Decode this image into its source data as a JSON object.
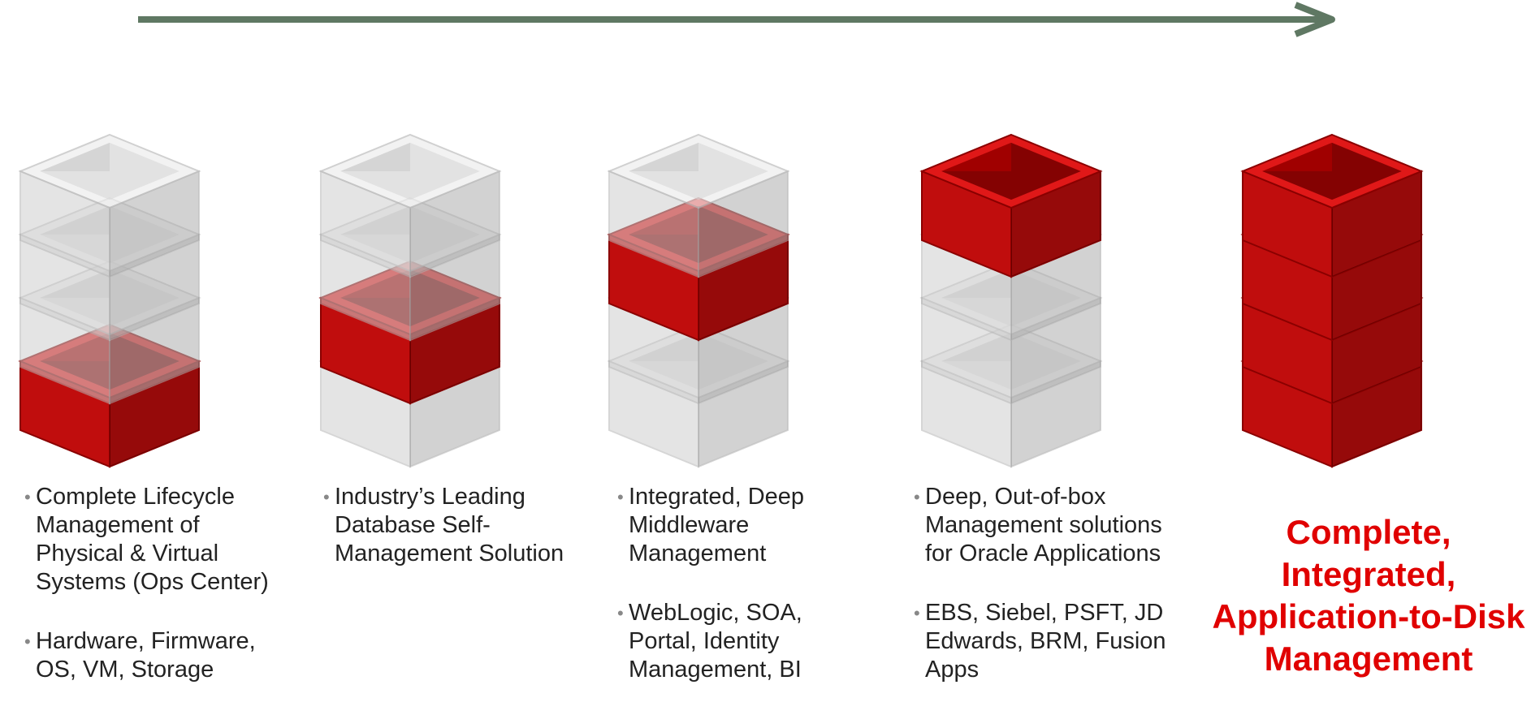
{
  "colors": {
    "arrow": "#5f7863",
    "active_block": "#c00d0d",
    "inactive_block": "#cfcfcf",
    "tagline": "#e00000"
  },
  "stacks": [
    {
      "highlight": [
        1
      ]
    },
    {
      "highlight": [
        2
      ]
    },
    {
      "highlight": [
        3
      ]
    },
    {
      "highlight": [
        4
      ]
    },
    {
      "highlight": [
        1,
        2,
        3,
        4
      ]
    }
  ],
  "columns": [
    {
      "bullets": [
        "Complete Lifecycle Management of Physical & Virtual Systems (Ops Center)",
        "Hardware, Firmware, OS, VM, Storage"
      ]
    },
    {
      "bullets": [
        "Industry’s Leading Database Self-Management Solution"
      ]
    },
    {
      "bullets": [
        "Integrated, Deep Middleware Management",
        " WebLogic, SOA, Portal, Identity Management, BI"
      ]
    },
    {
      "bullets": [
        "Deep, Out-of-box Management solutions for Oracle Applications",
        "EBS, Siebel, PSFT, JD Edwards, BRM, Fusion Apps"
      ]
    }
  ],
  "tagline": [
    "Complete,",
    "Integrated,",
    "Application-to-Disk",
    "Management"
  ]
}
